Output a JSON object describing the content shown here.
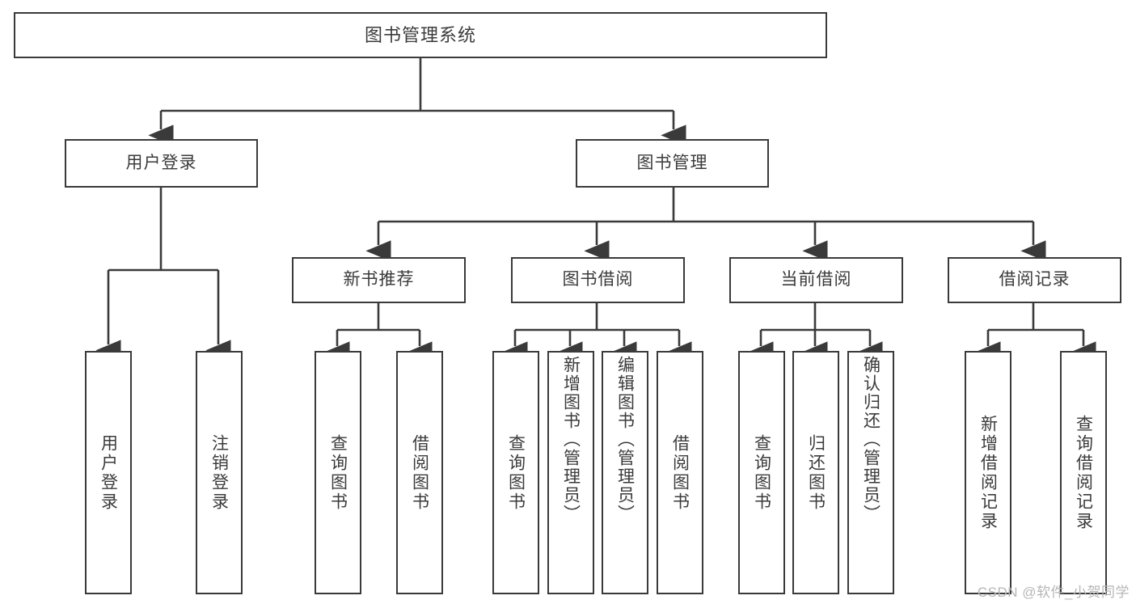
{
  "diagram": {
    "title": "图书管理系统",
    "type": "tree",
    "root": {
      "id": "root",
      "label": "图书管理系统",
      "orientation": "horizontal"
    },
    "level2": [
      {
        "id": "user-login",
        "label": "用户登录",
        "orientation": "horizontal"
      },
      {
        "id": "book-manage",
        "label": "图书管理",
        "orientation": "horizontal"
      }
    ],
    "level3": [
      {
        "id": "new-book-recommend",
        "label": "新书推荐",
        "orientation": "horizontal",
        "parent": "book-manage"
      },
      {
        "id": "book-borrow",
        "label": "图书借阅",
        "orientation": "horizontal",
        "parent": "book-manage"
      },
      {
        "id": "current-borrow",
        "label": "当前借阅",
        "orientation": "horizontal",
        "parent": "book-manage"
      },
      {
        "id": "borrow-record",
        "label": "借阅记录",
        "orientation": "horizontal",
        "parent": "book-manage"
      }
    ],
    "leaves": [
      {
        "id": "leaf-user-login",
        "label": "用户登录",
        "parent": "user-login"
      },
      {
        "id": "leaf-logout-login",
        "label": "注销登录",
        "parent": "user-login"
      },
      {
        "id": "leaf-query-book-1",
        "label": "查询图书",
        "parent": "new-book-recommend"
      },
      {
        "id": "leaf-borrow-book-1",
        "label": "借阅图书",
        "parent": "new-book-recommend"
      },
      {
        "id": "leaf-query-book-2",
        "label": "查询图书",
        "parent": "book-borrow"
      },
      {
        "id": "leaf-add-book",
        "label": "新增图书（管理员）",
        "parent": "book-borrow"
      },
      {
        "id": "leaf-edit-book",
        "label": "编辑图书（管理员）",
        "parent": "book-borrow"
      },
      {
        "id": "leaf-borrow-book-2",
        "label": "借阅图书",
        "parent": "book-borrow"
      },
      {
        "id": "leaf-query-book-3",
        "label": "查询图书",
        "parent": "current-borrow"
      },
      {
        "id": "leaf-return-book",
        "label": "归还图书",
        "parent": "current-borrow"
      },
      {
        "id": "leaf-confirm-return",
        "label": "确认归还（管理员）",
        "parent": "current-borrow"
      },
      {
        "id": "leaf-add-record",
        "label": "新增借阅记录",
        "parent": "borrow-record"
      },
      {
        "id": "leaf-query-record",
        "label": "查询借阅记录",
        "parent": "borrow-record"
      }
    ],
    "watermark": "CSDN @软件_小贺同学",
    "colors": {
      "stroke": "#3a3a3a",
      "text": "#3b3b3b",
      "background": "#ffffff",
      "watermark": "#b6b6b6"
    }
  }
}
